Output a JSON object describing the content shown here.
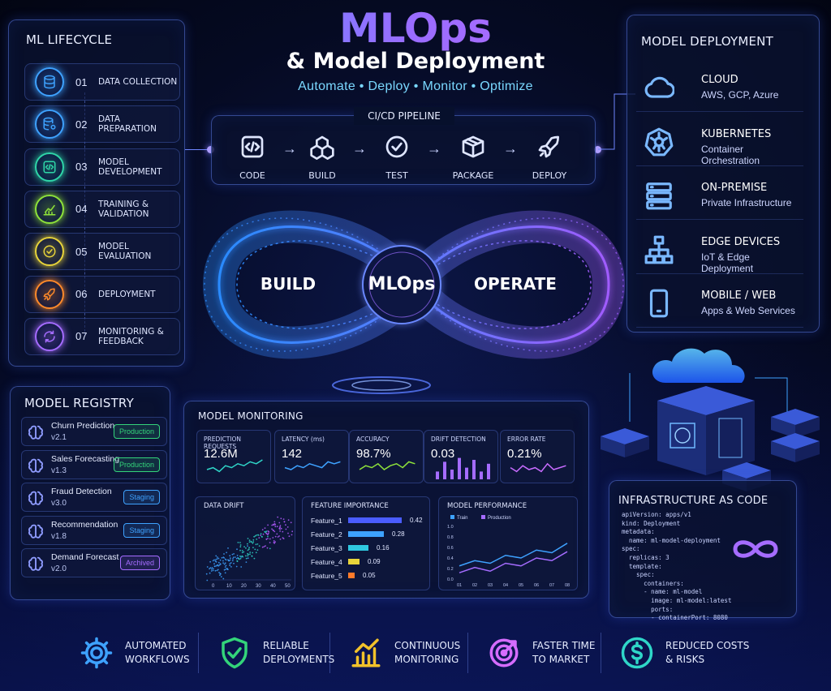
{
  "header": {
    "title": "MLOps",
    "subtitle": "& Model Deployment",
    "tagline": "Automate • Deploy • Monitor • Optimize"
  },
  "lifecycle": {
    "title": "ML LIFECYCLE",
    "items": [
      {
        "num": "01",
        "label": "DATA COLLECTION",
        "icon": "database-icon",
        "color": "#3ea2ff"
      },
      {
        "num": "02",
        "label": "DATA PREPARATION",
        "icon": "database-gear-icon",
        "color": "#3ea2ff"
      },
      {
        "num": "03",
        "label": "MODEL DEVELOPMENT",
        "icon": "code-icon",
        "color": "#2fd6a8"
      },
      {
        "num": "04",
        "label": "TRAINING & VALIDATION",
        "icon": "chart-icon",
        "color": "#8ee23a"
      },
      {
        "num": "05",
        "label": "MODEL EVALUATION",
        "icon": "check-icon",
        "color": "#e8d43a"
      },
      {
        "num": "06",
        "label": "DEPLOYMENT",
        "icon": "rocket-icon",
        "color": "#ff8a2a"
      },
      {
        "num": "07",
        "label": "MONITORING & FEEDBACK",
        "icon": "refresh-icon",
        "color": "#a56cff"
      }
    ]
  },
  "pipeline": {
    "title": "CI/CD PIPELINE",
    "steps": [
      {
        "label": "CODE",
        "icon": "code-icon"
      },
      {
        "label": "BUILD",
        "icon": "cubes-icon"
      },
      {
        "label": "TEST",
        "icon": "check-circle-icon"
      },
      {
        "label": "PACKAGE",
        "icon": "package-icon"
      },
      {
        "label": "DEPLOY",
        "icon": "rocket-icon"
      }
    ]
  },
  "infinity": {
    "left": "BUILD",
    "center": "MLOps",
    "right": "OPERATE"
  },
  "deployment": {
    "title": "MODEL DEPLOYMENT",
    "items": [
      {
        "title": "CLOUD",
        "sub": "AWS, GCP, Azure",
        "icon": "cloud-icon"
      },
      {
        "title": "KUBERNETES",
        "sub": "Container Orchestration",
        "icon": "kubernetes-icon"
      },
      {
        "title": "ON-PREMISE",
        "sub": "Private Infrastructure",
        "icon": "server-icon"
      },
      {
        "title": "EDGE DEVICES",
        "sub": "IoT & Edge Deployment",
        "icon": "network-icon"
      },
      {
        "title": "MOBILE / WEB",
        "sub": "Apps & Web Services",
        "icon": "mobile-icon"
      }
    ]
  },
  "registry": {
    "title": "MODEL REGISTRY",
    "items": [
      {
        "name": "Churn Prediction",
        "version": "v2.1",
        "status": "Production",
        "color": "#33d47a"
      },
      {
        "name": "Sales Forecasting",
        "version": "v1.3",
        "status": "Production",
        "color": "#33d47a"
      },
      {
        "name": "Fraud Detection",
        "version": "v3.0",
        "status": "Staging",
        "color": "#3ea2ff"
      },
      {
        "name": "Recommendation",
        "version": "v1.8",
        "status": "Staging",
        "color": "#3ea2ff"
      },
      {
        "name": "Demand Forecast",
        "version": "v2.0",
        "status": "Archived",
        "color": "#a56cff"
      }
    ]
  },
  "monitoring": {
    "title": "MODEL MONITORING",
    "kpis": [
      {
        "title": "PREDICTION REQUESTS",
        "value": "12.6M",
        "color": "#2fd6c8"
      },
      {
        "title": "LATENCY (ms)",
        "value": "142",
        "color": "#3ea2ff"
      },
      {
        "title": "ACCURACY",
        "value": "98.7%",
        "color": "#8ee23a"
      },
      {
        "title": "DRIFT DETECTION",
        "value": "0.03",
        "color": "#a56cff"
      },
      {
        "title": "ERROR RATE",
        "value": "0.21%",
        "color": "#c86cff"
      }
    ],
    "drift_title": "DATA DRIFT",
    "drift_ticks": [
      "0",
      "10",
      "20",
      "30",
      "40",
      "50"
    ],
    "fi_title": "FEATURE IMPORTANCE",
    "features": [
      {
        "name": "Feature_1",
        "value": "0.42",
        "v": 0.42,
        "color": "#4a5cff"
      },
      {
        "name": "Feature_2",
        "value": "0.28",
        "v": 0.28,
        "color": "#3ea2ff"
      },
      {
        "name": "Feature_3",
        "value": "0.16",
        "v": 0.16,
        "color": "#2fc8e0"
      },
      {
        "name": "Feature_4",
        "value": "0.09",
        "v": 0.09,
        "color": "#e8d43a"
      },
      {
        "name": "Feature_5",
        "value": "0.05",
        "v": 0.05,
        "color": "#ff7a2a"
      }
    ],
    "perf_title": "MODEL PERFORMANCE",
    "perf_legend": [
      "Train",
      "Production"
    ],
    "perf_y": [
      "1.0",
      "0.8",
      "0.6",
      "0.4",
      "0.2",
      "0.0"
    ],
    "perf_x": [
      "01",
      "02",
      "03",
      "04",
      "05",
      "06",
      "07",
      "08"
    ]
  },
  "iac": {
    "title": "INFRASTRUCTURE AS CODE",
    "code": "apiVersion: apps/v1\nkind: Deployment\nmetadata:\n  name: ml-model-deployment\nspec:\n  replicas: 3\n  template:\n    spec:\n      containers:\n      - name: ml-model\n        image: ml-model:latest\n        ports:\n        - containerPort: 8080"
  },
  "footer": [
    {
      "line1": "AUTOMATED",
      "line2": "WORKFLOWS",
      "icon": "gear-icon",
      "color": "#3ea2ff"
    },
    {
      "line1": "RELIABLE",
      "line2": "DEPLOYMENTS",
      "icon": "shield-icon",
      "color": "#33d47a"
    },
    {
      "line1": "CONTINUOUS",
      "line2": "MONITORING",
      "icon": "bar-chart-icon",
      "color": "#f2c22a"
    },
    {
      "line1": "FASTER TIME",
      "line2": "TO MARKET",
      "icon": "target-icon",
      "color": "#d56cff"
    },
    {
      "line1": "REDUCED COSTS",
      "line2": "& RISKS",
      "icon": "dollar-icon",
      "color": "#2fd6c8"
    }
  ]
}
